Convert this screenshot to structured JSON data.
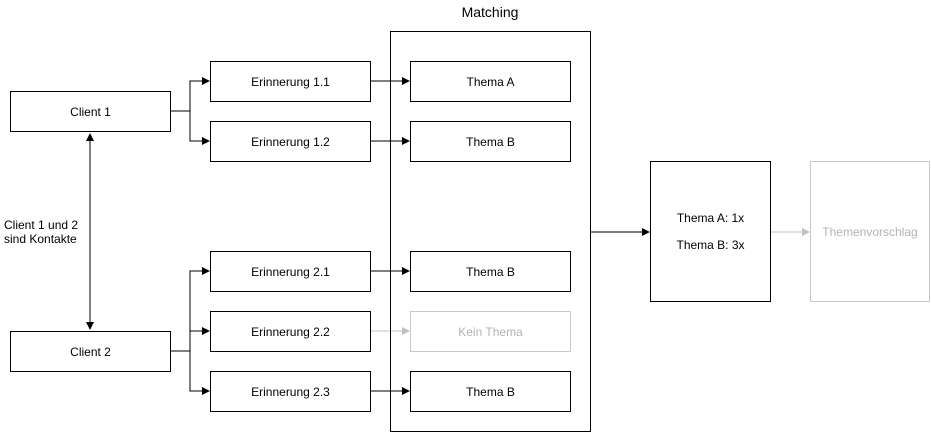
{
  "matching": {
    "title": "Matching"
  },
  "clients": {
    "client1": "Client 1",
    "client2": "Client 2",
    "relation_line1": "Client 1 und 2",
    "relation_line2": "sind Kontakte"
  },
  "memories": {
    "m11": "Erinnerung 1.1",
    "m12": "Erinnerung 1.2",
    "m21": "Erinnerung 2.1",
    "m22": "Erinnerung 2.2",
    "m23": "Erinnerung 2.3"
  },
  "topics": {
    "t11": "Thema A",
    "t12": "Thema B",
    "t21": "Thema B",
    "t22": "Kein Thema",
    "t23": "Thema B"
  },
  "summary": {
    "line1": "Thema A: 1x",
    "line2": "Thema B: 3x"
  },
  "suggestion": {
    "label": "Themenvorschlag"
  },
  "colors": {
    "line": "#000000",
    "faded": "#b3b3b3"
  }
}
